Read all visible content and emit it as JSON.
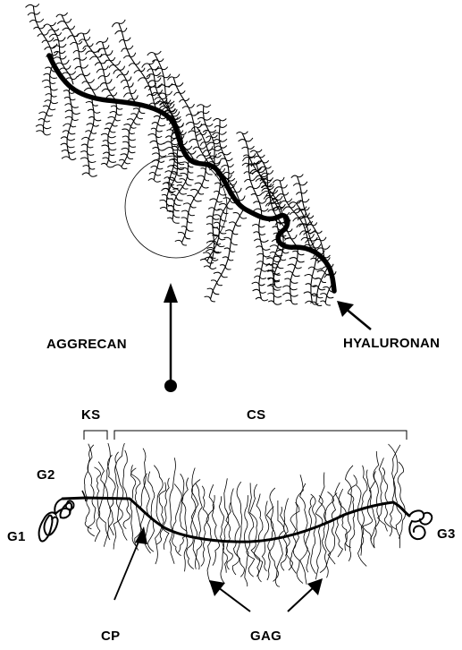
{
  "labels": {
    "aggrecan": "AGGRECAN",
    "hyaluronan": "HYALURONAN",
    "ks": "KS",
    "cs": "CS",
    "g1": "G1",
    "g2": "G2",
    "g3": "G3",
    "cp": "CP",
    "gag": "GAG"
  },
  "colors": {
    "ink": "#000000",
    "background": "#ffffff"
  }
}
